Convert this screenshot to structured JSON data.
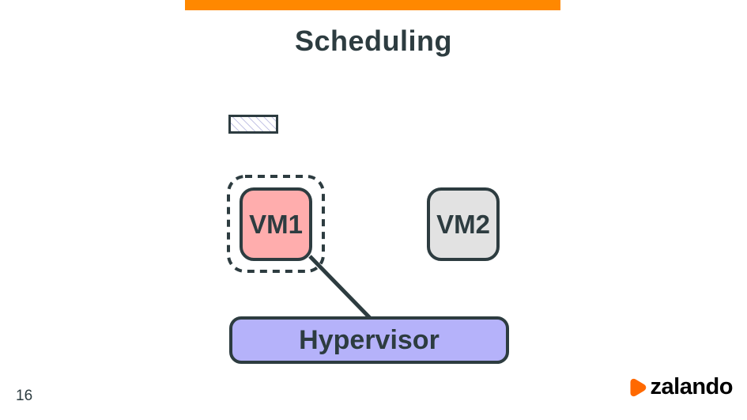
{
  "slide": {
    "title": "Scheduling",
    "colors": {
      "ink": "#2d3c40",
      "accent_bar_orange": "#ff8800",
      "vm1_fill_pink": "#ffadad",
      "vm2_fill_gray": "#e2e2e2",
      "hypervisor_fill_purple": "#b5b2fa",
      "hatch_lavender": "#c6c6e6",
      "logo_orange": "#ff6900"
    }
  },
  "diagram": {
    "legend_swatch": "hatched-rectangle",
    "nodes": [
      {
        "id": "vm1",
        "label": "VM1",
        "fill": "#ffadad",
        "highlighted": true
      },
      {
        "id": "vm2",
        "label": "VM2",
        "fill": "#e2e2e2",
        "highlighted": false
      },
      {
        "id": "hypervisor",
        "label": "Hypervisor",
        "fill": "#b5b2fa",
        "highlighted": false
      }
    ],
    "edges": [
      {
        "from": "vm1",
        "to": "hypervisor"
      }
    ]
  },
  "footer": {
    "page_number": "16",
    "logo_text": "zalando"
  }
}
